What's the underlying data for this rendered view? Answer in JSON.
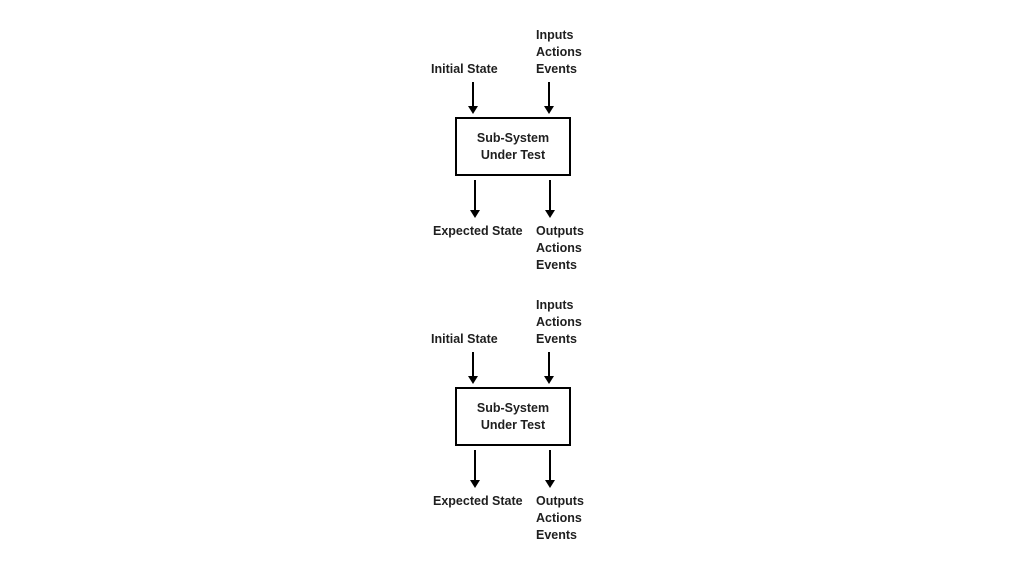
{
  "page": {
    "background_color": "#ffffff",
    "text_color": "#1f1f1f",
    "line_color": "#000000"
  },
  "diagrams": [
    {
      "initial_state_label": "Initial State",
      "inputs_label": "Inputs\nActions\nEvents",
      "box_label": "Sub-System\nUnder Test",
      "expected_state_label": "Expected State",
      "outputs_label": "Outputs\nActions\nEvents"
    },
    {
      "initial_state_label": "Initial State",
      "inputs_label": "Inputs\nActions\nEvents",
      "box_label": "Sub-System\nUnder Test",
      "expected_state_label": "Expected State",
      "outputs_label": "Outputs\nActions\nEvents"
    }
  ]
}
